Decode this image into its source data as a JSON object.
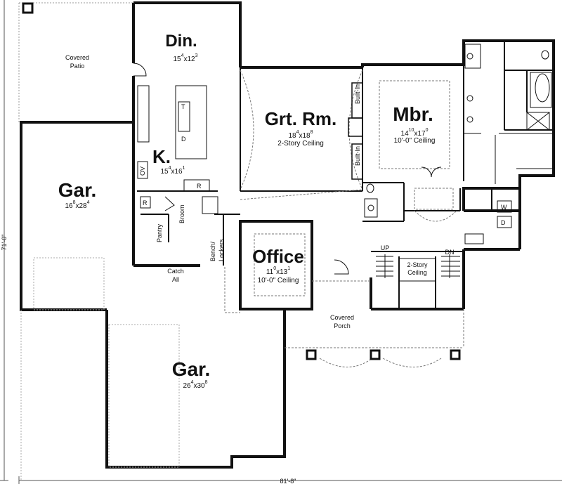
{
  "rooms": {
    "dining": {
      "name": "Din.",
      "w": "15",
      "w_in": "4",
      "h": "12",
      "h_in": "3"
    },
    "great": {
      "name": "Grt. Rm.",
      "w": "18",
      "w_in": "4",
      "h": "18",
      "h_in": "8",
      "note": "2-Story Ceiling"
    },
    "master": {
      "name": "Mbr.",
      "w": "14",
      "w_in": "10",
      "h": "17",
      "h_in": "0",
      "note": "10'-0\" Ceiling"
    },
    "kitchen": {
      "name": "K.",
      "w": "15",
      "w_in": "4",
      "h": "16",
      "h_in": "1"
    },
    "garage1": {
      "name": "Gar.",
      "w": "16",
      "w_in": "8",
      "h": "28",
      "h_in": "4"
    },
    "office": {
      "name": "Office",
      "w": "11",
      "w_in": "0",
      "h": "13",
      "h_in": "1",
      "note": "10'-0\" Ceiling"
    },
    "garage2": {
      "name": "Gar.",
      "w": "26",
      "w_in": "4",
      "h": "30",
      "h_in": "8"
    }
  },
  "labels": {
    "patio_1": "Covered",
    "patio_2": "Patio",
    "porch_1": "Covered",
    "porch_2": "Porch",
    "builtin_a": "Built-In",
    "builtin_b": "Built-In",
    "pantry": "Pantry",
    "broom": "Broom",
    "bench_1": "Bench/",
    "bench_2": "Lockers",
    "catch_1": "Catch",
    "catch_2": "All",
    "stair_up": "UP",
    "stair_dn": "DN",
    "story_1": "2-Story",
    "story_2": "Ceiling",
    "ov": "OV",
    "r1": "R",
    "r2": "R",
    "t": "T",
    "d1": "D",
    "w": "W",
    "d2": "D",
    "x_char": "x"
  },
  "dimensions": {
    "width": "81'-8\"",
    "depth": "71'-0\""
  }
}
